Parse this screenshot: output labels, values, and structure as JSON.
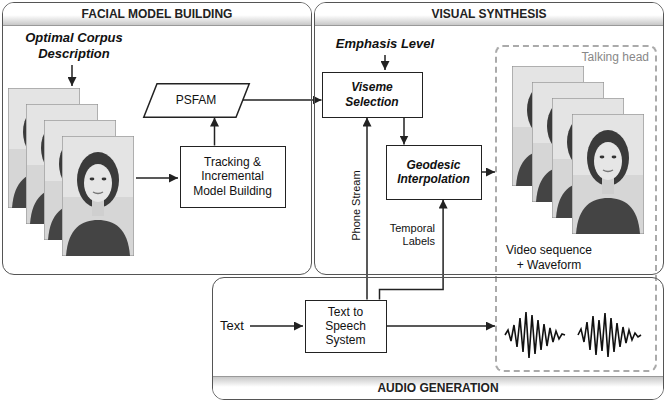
{
  "diagram": {
    "nodes": [
      {
        "text": [
          "FACIAL MODEL BUILDING"
        ]
      },
      {
        "text": [
          "PSFAM"
        ],
        "in": 0
      },
      {
        "text": [
          "Tracking & Incremental Model Building"
        ],
        "in": 0
      },
      {
        "text": [
          "VISUAL SYNTHESIS"
        ]
      },
      {
        "text": [
          "Viseme Selection"
        ],
        "in": 3
      },
      {
        "text": [
          "Geodesic Interpolation"
        ],
        "in": 3
      },
      {
        "text": [
          "Talking head",
          "Video sequence + Waveform"
        ]
      },
      {
        "text": [
          "AUDIO GENERATION"
        ]
      },
      {
        "text": [
          "Text to Speech System"
        ],
        "in": 7
      }
    ],
    "edges": [
      {
        "from": 2,
        "to": 1,
        "arrow": "to"
      },
      {
        "from": 1,
        "to": 4,
        "arrow": "to"
      },
      {
        "from": 4,
        "to": 5,
        "arrow": "to"
      },
      {
        "from": 5,
        "to": 6,
        "arrow": "to"
      },
      {
        "from": 8,
        "to": 4,
        "label": "Phone Stream",
        "arrow": "to"
      },
      {
        "from": 8,
        "to": 5,
        "label": "Temporal Labels",
        "arrow": "to"
      },
      {
        "from": 8,
        "to": 6,
        "arrow": "to"
      }
    ],
    "labels": [
      "Optimal Corpus Description",
      "Emphasis Level",
      "Text"
    ]
  }
}
